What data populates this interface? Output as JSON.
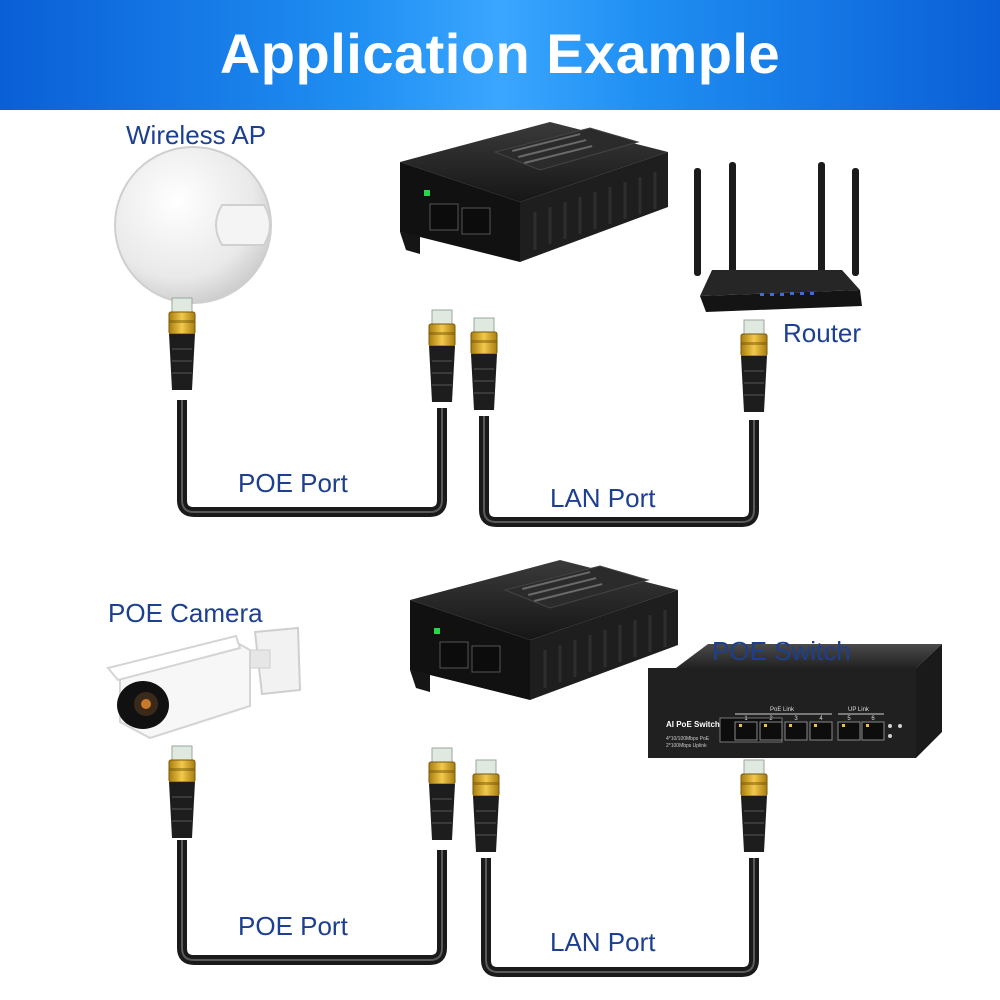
{
  "header": {
    "title": "Application Example"
  },
  "top_diagram": {
    "device_left": "Wireless AP",
    "device_right": "Router",
    "cable_left": "POE Port",
    "cable_right": "LAN Port"
  },
  "bottom_diagram": {
    "device_left": "POE Camera",
    "device_right": "POE Switch",
    "cable_left": "POE Port",
    "cable_right": "LAN Port",
    "switch_brand": "AI PoE Switch",
    "switch_spec_1": "4*10/100Mbps PoE",
    "switch_spec_2": "2*100Mbps Uplink",
    "switch_group_poe": "PoE Link",
    "switch_group_up": "UP Link",
    "switch_port_numbers": [
      "1",
      "2",
      "3",
      "4",
      "5",
      "6"
    ]
  },
  "colors": {
    "banner": "#1f8ef2",
    "label": "#1d3f8f",
    "cable": "#1a1a1a",
    "connector": "#d4a017"
  }
}
